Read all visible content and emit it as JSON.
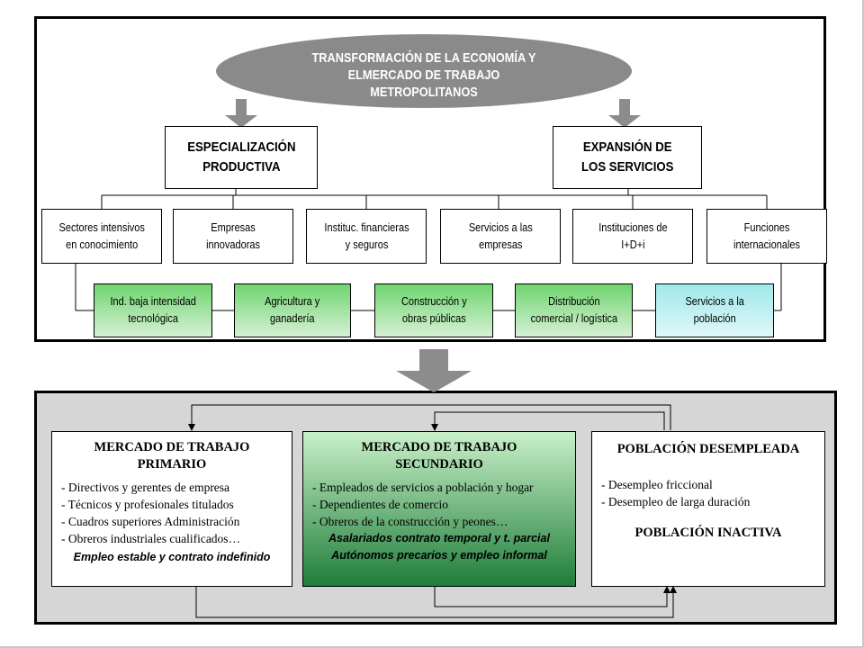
{
  "header": {
    "title_lines": [
      "TRANSFORMACIÓN DE LA ECONOMÍA Y",
      "ELMERCADO DE TRABAJO",
      "METROPOLITANOS"
    ]
  },
  "branches": {
    "left": [
      "ESPECIALIZACIÓN",
      "PRODUCTIVA"
    ],
    "right": [
      "EXPANSIÓN DE",
      "LOS SERVICIOS"
    ]
  },
  "sectors": [
    [
      "Sectores intensivos",
      "en conocimiento"
    ],
    [
      "Empresas",
      "innovadoras"
    ],
    [
      "Instituc. financieras",
      "y seguros"
    ],
    [
      "Servicios a las",
      "empresas"
    ],
    [
      "Instituciones de",
      "I+D+i"
    ],
    [
      "Funciones",
      "internacionales"
    ]
  ],
  "secondary_sectors": [
    [
      "Ind. baja intensidad",
      "tecnológica"
    ],
    [
      "Agricultura y",
      "ganadería"
    ],
    [
      "Construcción y",
      "obras públicas"
    ],
    [
      "Distribución",
      "comercial / logística"
    ],
    [
      "Servicios a la",
      "población"
    ]
  ],
  "markets": {
    "primary": {
      "title_lines": [
        "MERCADO DE TRABAJO",
        "PRIMARIO"
      ],
      "items": [
        "- Directivos y gerentes de empresa",
        "- Técnicos y profesionales titulados",
        "- Cuadros superiores Administración",
        "- Obreros industriales cualificados…"
      ],
      "emphasis": [
        "Empleo estable y contrato indefinido"
      ]
    },
    "secondary": {
      "title_lines": [
        "MERCADO DE TRABAJO",
        "SECUNDARIO"
      ],
      "items": [
        "- Empleados de servicios a población y hogar",
        "- Dependientes de comercio",
        "- Obreros de la construcción y peones…"
      ],
      "emphasis": [
        "Asalariados contrato temporal y t. parcial",
        "Autónomos precarios y empleo informal"
      ]
    },
    "unemployed": {
      "title_lines": [
        "POBLACIÓN DESEMPLEADA"
      ],
      "items": [
        "- Desempleo friccional",
        "- Desempleo de larga duración"
      ],
      "inactive_title": "POBLACIÓN INACTIVA"
    }
  },
  "colors": {
    "ellipse": "#8a8a8a",
    "arrow": "#8c8c8c",
    "bottom_panel": "#d6d6d6",
    "green_dark": "#6fd46f",
    "green_light": "#d6f1d6",
    "cyan": "#a0e8ea",
    "secondary_dark": "#1f7d3a",
    "secondary_light": "#c8f0c8"
  }
}
